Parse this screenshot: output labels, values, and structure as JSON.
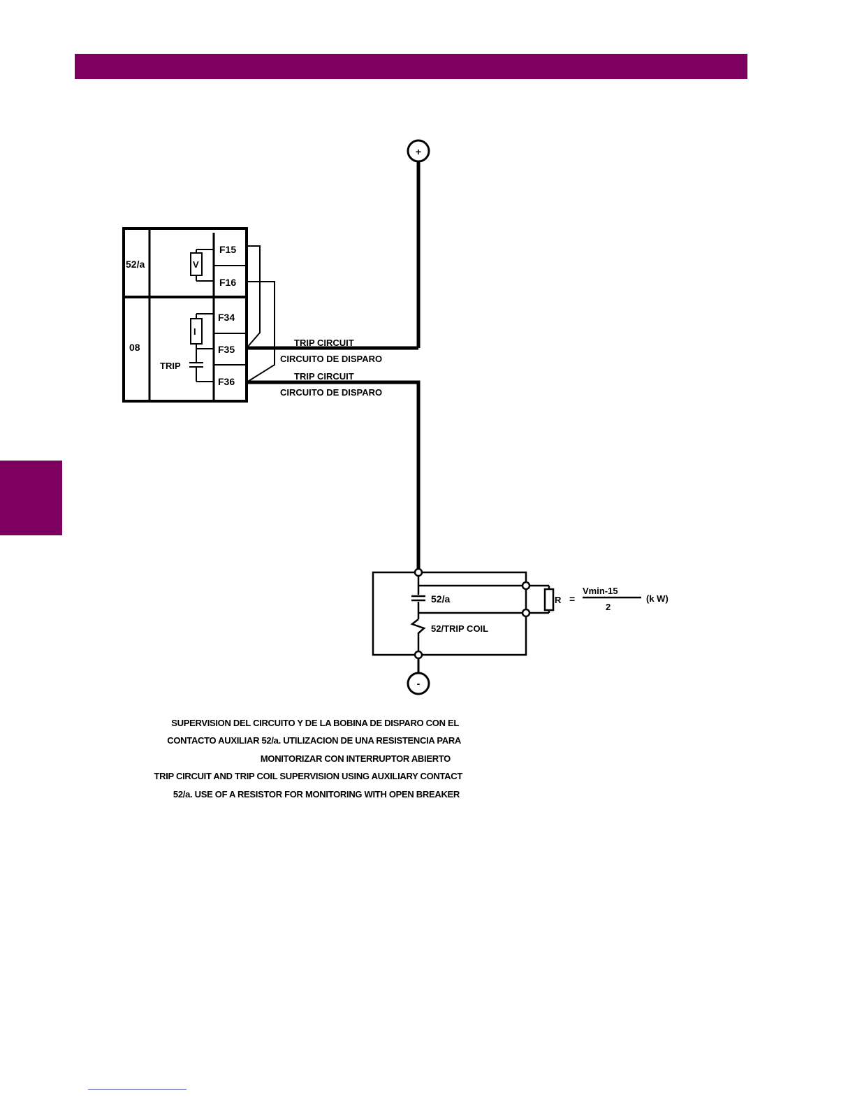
{
  "colors": {
    "accent": "#7d0060"
  },
  "terminals": {
    "plus": "+",
    "minus": "-",
    "f15": "F15",
    "f16": "F16",
    "f34": "F34",
    "f35": "F35",
    "f36": "F36"
  },
  "block": {
    "contact_label": "52/a",
    "output_label": "08",
    "trip_label": "TRIP",
    "voltage_symbol": "V",
    "current_symbol": "I"
  },
  "wires": {
    "upper_en": "TRIP CIRCUIT",
    "upper_es": "CIRCUITO DE DISPARO",
    "lower_en": "TRIP CIRCUIT",
    "lower_es": "CIRCUITO DE DISPARO"
  },
  "breaker": {
    "contact": "52/a",
    "coil": "52/TRIP COIL",
    "resistor": "R",
    "equals": "=",
    "numerator": "Vmin-15",
    "denominator": "2",
    "unit": "(k W)"
  },
  "caption": {
    "line1": "SUPERVISION DEL CIRCUITO Y DE LA BOBINA DE DISPARO CON EL",
    "line2": "CONTACTO AUXILIAR 52/a. UTILIZACION DE UNA RESISTENCIA PARA",
    "line3": "MONITORIZAR CON INTERRUPTOR ABIERTO",
    "line4": "TRIP CIRCUIT AND TRIP COIL SUPERVISION USING AUXILIARY CONTACT",
    "line5": "52/a. USE OF A RESISTOR FOR MONITORING WITH OPEN BREAKER"
  }
}
